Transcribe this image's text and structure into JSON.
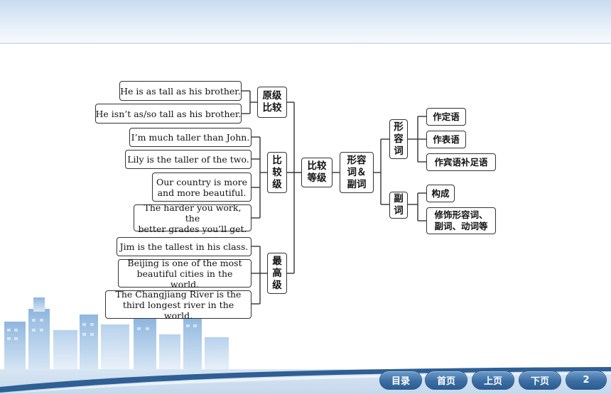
{
  "mindmap": {
    "root": "比较\n等级",
    "degrees": {
      "positive": {
        "label": "原级\n比较",
        "examples": [
          "He is as tall as his brother.",
          "He isn’t as/so tall as his brother."
        ]
      },
      "comparative": {
        "label": "比\n较\n级",
        "examples": [
          "I’m much taller than John.",
          "Lily is the taller of the two.",
          "Our country is more\nand more beautiful.",
          "The harder you work, the\nbetter grades you’ll get."
        ]
      },
      "superlative": {
        "label": "最\n高\n级",
        "examples": [
          "Jim is the tallest in his class.",
          "Beijing is one of the most\nbeautiful cities in the world.",
          "The Changjiang River is the\nthird longest river in the world."
        ]
      }
    },
    "category": "形容\n词＆\n副词",
    "adjective": {
      "label": "形\n容\n词",
      "uses": [
        "作定语",
        "作表语",
        "作宾语补足语"
      ]
    },
    "adverb": {
      "label": "副\n词",
      "uses": [
        "构成",
        "修饰形容词、\n副词、动词等"
      ]
    }
  },
  "nav": {
    "buttons": [
      "目录",
      "首页",
      "上页",
      "下页"
    ],
    "page": "2"
  },
  "colors": {
    "connector": "#333333",
    "nav_button": "#3c6ea3",
    "header_band": "#c9dcef",
    "skyline": "#a9c8e6"
  }
}
